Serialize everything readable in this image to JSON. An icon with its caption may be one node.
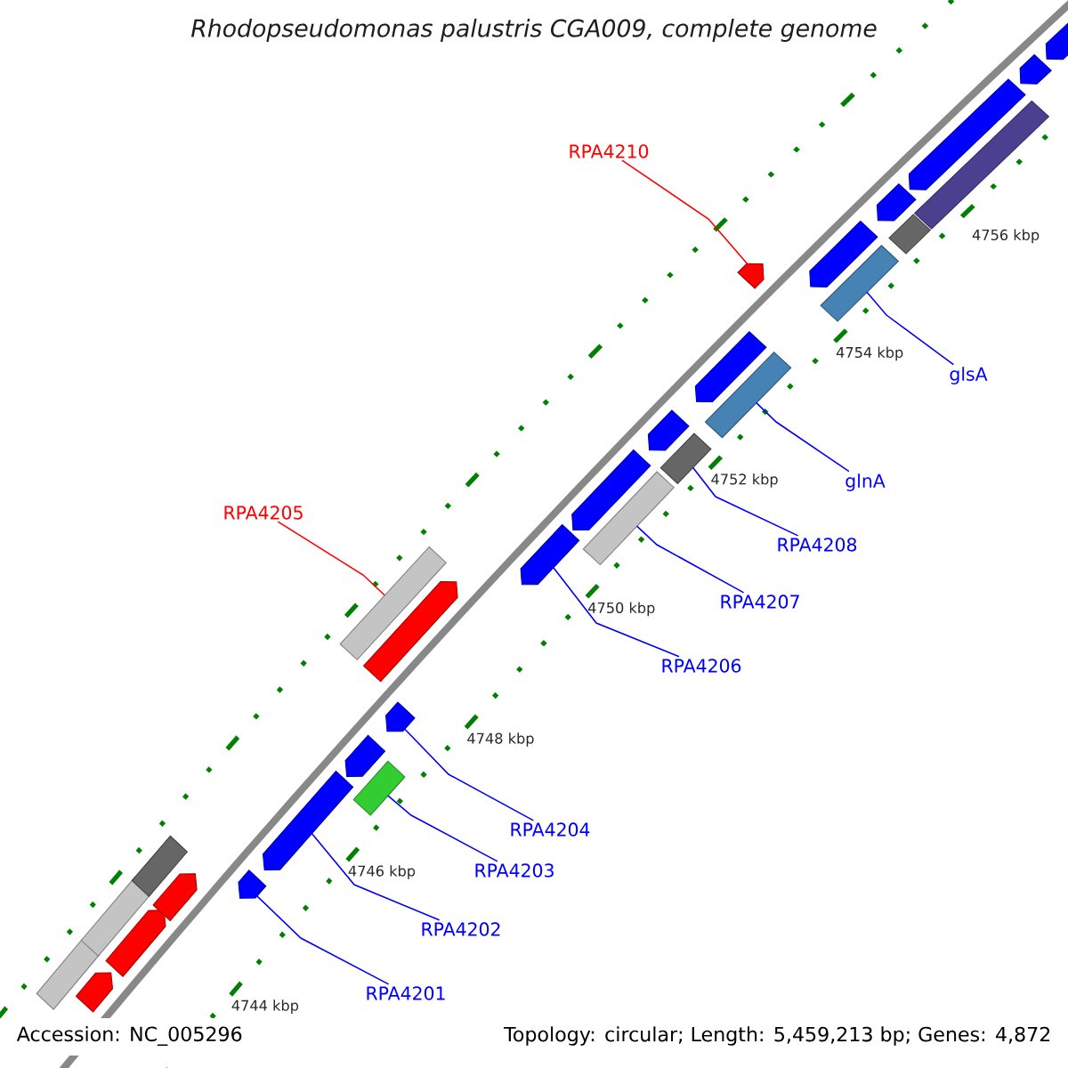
{
  "diagram": {
    "title": "Rhodopseudomonas palustris CGA009, complete genome",
    "nodes": [
      {
        "text": [
          "RPA4210"
        ]
      },
      {
        "text": [
          "RPA4205"
        ]
      },
      {
        "text": [
          "glsA"
        ]
      },
      {
        "text": [
          "glnA"
        ]
      },
      {
        "text": [
          "RPA4208"
        ]
      },
      {
        "text": [
          "RPA4207"
        ]
      },
      {
        "text": [
          "RPA4206"
        ]
      },
      {
        "text": [
          "RPA4204"
        ]
      },
      {
        "text": [
          "RPA4203"
        ]
      },
      {
        "text": [
          "RPA4202"
        ]
      },
      {
        "text": [
          "RPA4201"
        ]
      },
      {
        "text": [],
        "shape": "bar"
      },
      {
        "text": [],
        "shape": "pentagon"
      },
      {
        "text": [],
        "shape": "bar"
      },
      {
        "text": [],
        "shape": "pentagon"
      },
      {
        "text": [],
        "shape": "pentagon"
      },
      {
        "text": [],
        "shape": "bar"
      },
      {
        "text": [],
        "shape": "pentagon"
      },
      {
        "text": [],
        "shape": "pentagon"
      },
      {
        "text": [],
        "shape": "bar"
      },
      {
        "text": [],
        "shape": "pentagon"
      },
      {
        "text": [],
        "shape": "pentagon"
      },
      {
        "text": [],
        "shape": "bar"
      },
      {
        "text": [],
        "shape": "pentagon"
      },
      {
        "text": [],
        "shape": "pentagon"
      },
      {
        "text": [],
        "shape": "bar"
      },
      {
        "text": [],
        "shape": "pentagon"
      },
      {
        "text": [],
        "shape": "bar"
      },
      {
        "text": [],
        "shape": "pentagon"
      },
      {
        "text": [],
        "shape": "bar"
      },
      {
        "text": [],
        "shape": "pentagon"
      },
      {
        "text": [],
        "shape": "pentagon"
      },
      {
        "text": [],
        "shape": "bar"
      },
      {
        "text": [],
        "shape": "pentagon"
      },
      {
        "text": [],
        "shape": "bar"
      },
      {
        "text": [],
        "shape": "pentagon"
      },
      {
        "text": [],
        "shape": "bar"
      },
      {
        "text": [],
        "shape": "pentagon"
      },
      {
        "text": [],
        "shape": "pentagon"
      },
      {
        "text": [],
        "shape": "pentagon"
      }
    ],
    "edges": [
      {
        "from": 0,
        "to": 31,
        "arrow": "none",
        "color": "#ff0000"
      },
      {
        "from": 1,
        "to": 22,
        "arrow": "none",
        "color": "#ff0000"
      },
      {
        "from": 2,
        "to": 32,
        "arrow": "none"
      },
      {
        "from": 3,
        "to": 29,
        "arrow": "none"
      },
      {
        "from": 4,
        "to": 27,
        "arrow": "none"
      },
      {
        "from": 5,
        "to": 25,
        "arrow": "none"
      },
      {
        "from": 6,
        "to": 24,
        "arrow": "none"
      },
      {
        "from": 7,
        "to": 21,
        "arrow": "none"
      },
      {
        "from": 8,
        "to": 19,
        "arrow": "none"
      },
      {
        "from": 9,
        "to": 18,
        "arrow": "none"
      },
      {
        "from": 10,
        "to": 17,
        "arrow": "none"
      }
    ],
    "labels": [
      "4756 kbp",
      "4754 kbp",
      "4752 kbp",
      "4750 kbp",
      "4748 kbp",
      "4746 kbp",
      "4744 kbp",
      "Accession: NC_005296",
      "Topology: circular; Length: 5,459,213 bp; Genes: 4,872"
    ]
  }
}
